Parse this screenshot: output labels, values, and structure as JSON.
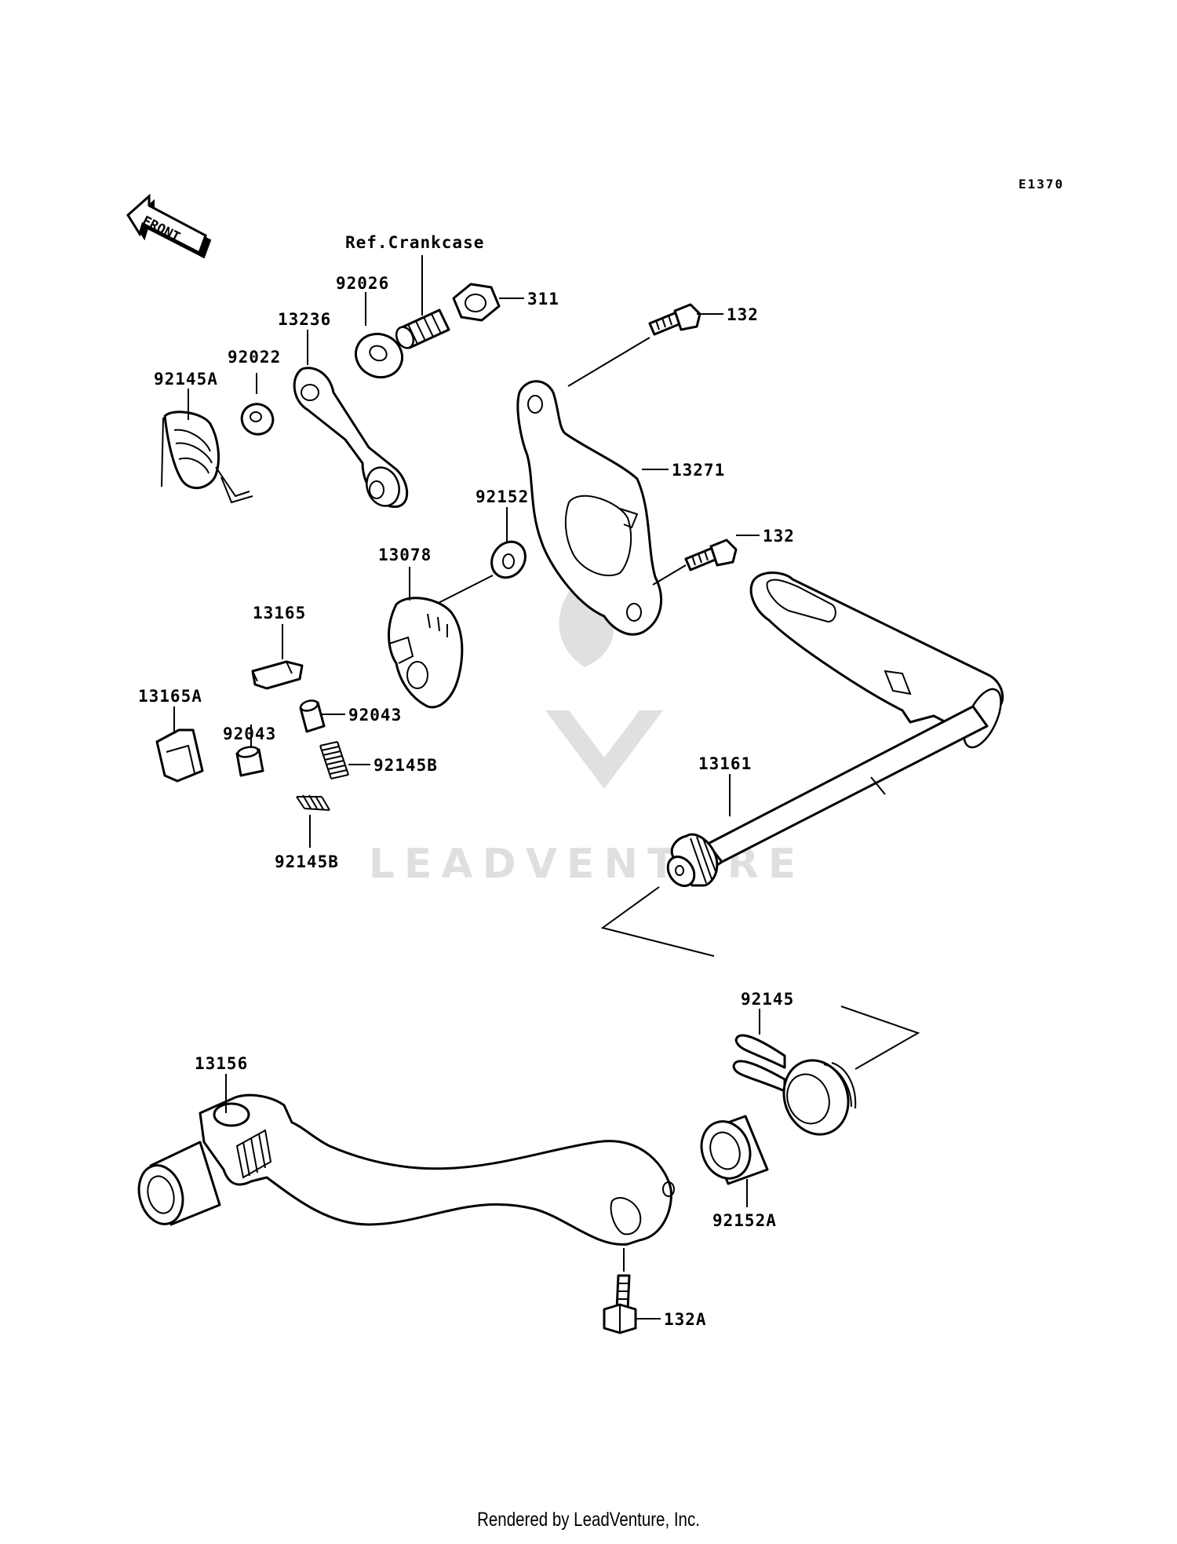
{
  "diagram": {
    "code": "E1370",
    "front_label": "FRONT",
    "reference_label": "Ref.Crankcase",
    "watermark": "LEADVENTURE",
    "footer": "Rendered by LeadVenture, Inc."
  },
  "callouts": [
    {
      "id": "c-92026",
      "text": "92026"
    },
    {
      "id": "c-311",
      "text": "311"
    },
    {
      "id": "c-13236",
      "text": "13236"
    },
    {
      "id": "c-92022",
      "text": "92022"
    },
    {
      "id": "c-92145a",
      "text": "92145A"
    },
    {
      "id": "c-132-top",
      "text": "132"
    },
    {
      "id": "c-13271",
      "text": "13271"
    },
    {
      "id": "c-92152",
      "text": "92152"
    },
    {
      "id": "c-132-mid",
      "text": "132"
    },
    {
      "id": "c-13078",
      "text": "13078"
    },
    {
      "id": "c-13165",
      "text": "13165"
    },
    {
      "id": "c-13165a",
      "text": "13165A"
    },
    {
      "id": "c-92043-right",
      "text": "92043"
    },
    {
      "id": "c-92043-left",
      "text": "92043"
    },
    {
      "id": "c-92145b-right",
      "text": "92145B"
    },
    {
      "id": "c-92145b-bottom",
      "text": "92145B"
    },
    {
      "id": "c-13161",
      "text": "13161"
    },
    {
      "id": "c-92145",
      "text": "92145"
    },
    {
      "id": "c-13156",
      "text": "13156"
    },
    {
      "id": "c-92152a",
      "text": "92152A"
    },
    {
      "id": "c-132a",
      "text": "132A"
    }
  ]
}
